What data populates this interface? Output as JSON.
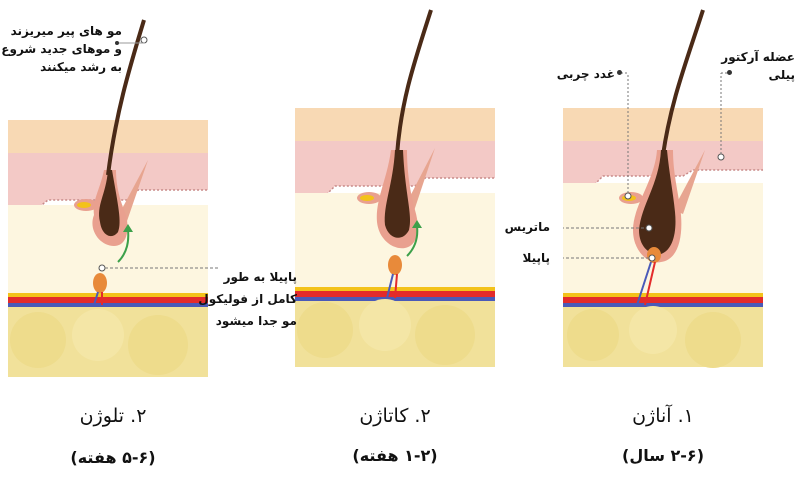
{
  "diagram_title": "Hair growth cycle stages",
  "stages": [
    {
      "id": "anagen",
      "title": "۱. آناژن",
      "duration": "(۲-۶ سال)"
    },
    {
      "id": "catagen",
      "title": "۲. کاتاژن",
      "duration": "(۱-۲ هفته)"
    },
    {
      "id": "telogen",
      "title": "۲. تلوژن",
      "duration": "(۵-۶ هفته)"
    }
  ],
  "labels": {
    "sebaceous_gland": "غدد چربی",
    "arrector_pili_line1": "عضله آرکتور",
    "arrector_pili_line2": "پیلی",
    "matrix": "ماتریس",
    "papilla": "پاپیلا",
    "old_hair_line1": "مو های پیر میریزند",
    "old_hair_line2": "و موهای جدید شروع",
    "old_hair_line3": "به رشد میکنند",
    "papilla_detach_line1": "پاپیلا به طور",
    "papilla_detach_line2": "کامل از فولیکول",
    "papilla_detach_line3": "مو جدا میشود"
  },
  "colors": {
    "epidermis": "#f8d9b4",
    "dermis_upper": "#f3c9c6",
    "dermis": "#fdf6e0",
    "fat": "#f1e19a",
    "hair": "#4a2a17",
    "follicle": "#e9a08f",
    "artery": "#e32b2b",
    "vein": "#4a5ab8",
    "sebum": "#f3c21a",
    "arrow": "#3ca04a"
  }
}
